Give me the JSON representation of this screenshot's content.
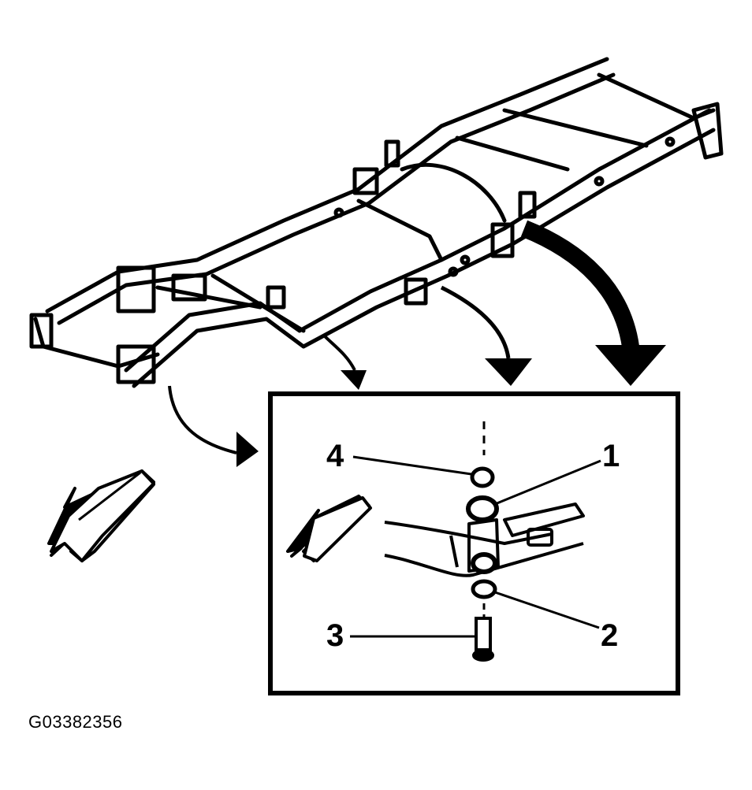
{
  "figure": {
    "id": "G03382356"
  },
  "callouts": [
    {
      "number": "1"
    },
    {
      "number": "2"
    },
    {
      "number": "3"
    },
    {
      "number": "4"
    }
  ],
  "colors": {
    "ink": "#000000",
    "paper": "#ffffff"
  }
}
